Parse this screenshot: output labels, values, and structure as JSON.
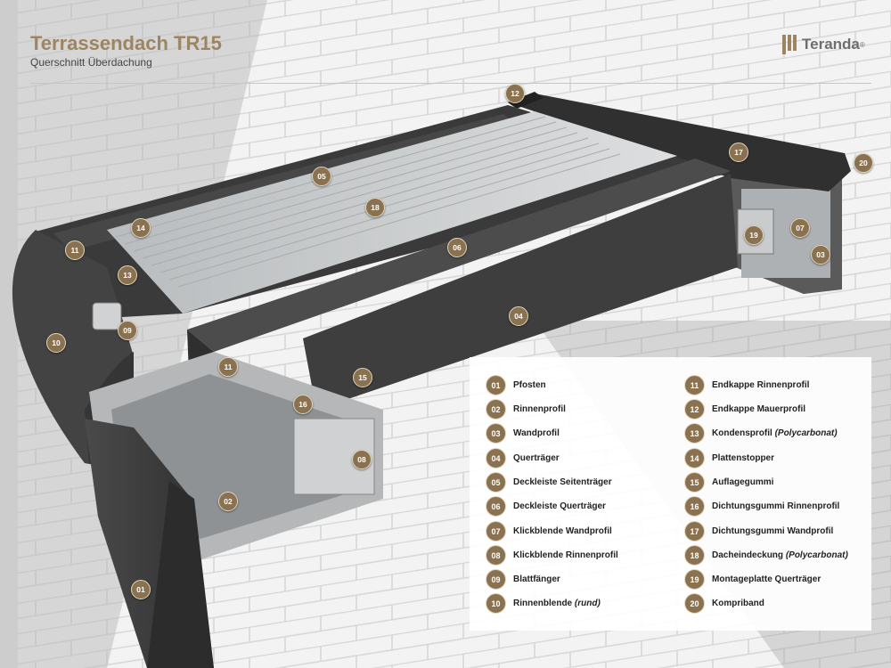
{
  "header": {
    "title": "Terrassendach TR15",
    "subtitle": "Querschnitt Überdachung",
    "brand": "Teranda",
    "brand_mark": "®"
  },
  "colors": {
    "accent": "#8a7250",
    "title": "#9c8560",
    "profile_dark": "#3d3d3d",
    "polycarbonate": "#c9cccd",
    "wall": "#f1f1f1"
  },
  "callouts": [
    {
      "num": "12"
    },
    {
      "num": "05"
    },
    {
      "num": "17"
    },
    {
      "num": "20"
    },
    {
      "num": "14"
    },
    {
      "num": "18"
    },
    {
      "num": "19"
    },
    {
      "num": "07"
    },
    {
      "num": "11"
    },
    {
      "num": "06"
    },
    {
      "num": "03"
    },
    {
      "num": "13"
    },
    {
      "num": "04"
    },
    {
      "num": "10"
    },
    {
      "num": "09"
    },
    {
      "num": "11"
    },
    {
      "num": "15"
    },
    {
      "num": "16"
    },
    {
      "num": "08"
    },
    {
      "num": "02"
    },
    {
      "num": "01"
    }
  ],
  "legend": {
    "left": [
      {
        "num": "01",
        "label": "Pfosten",
        "note": ""
      },
      {
        "num": "02",
        "label": "Rinnenprofil",
        "note": ""
      },
      {
        "num": "03",
        "label": "Wandprofil",
        "note": ""
      },
      {
        "num": "04",
        "label": "Querträger",
        "note": ""
      },
      {
        "num": "05",
        "label": "Deckleiste Seitenträger",
        "note": ""
      },
      {
        "num": "06",
        "label": "Deckleiste Querträger",
        "note": ""
      },
      {
        "num": "07",
        "label": "Klickblende Wandprofil",
        "note": ""
      },
      {
        "num": "08",
        "label": "Klickblende Rinnenprofil",
        "note": ""
      },
      {
        "num": "09",
        "label": "Blattfänger",
        "note": ""
      },
      {
        "num": "10",
        "label": "Rinnenblende ",
        "note": "(rund)"
      }
    ],
    "right": [
      {
        "num": "11",
        "label": "Endkappe Rinnenprofil",
        "note": ""
      },
      {
        "num": "12",
        "label": "Endkappe Mauerprofil",
        "note": ""
      },
      {
        "num": "13",
        "label": "Kondensprofil ",
        "note": "(Polycarbonat)"
      },
      {
        "num": "14",
        "label": "Plattenstopper",
        "note": ""
      },
      {
        "num": "15",
        "label": "Auflagegummi",
        "note": ""
      },
      {
        "num": "16",
        "label": "Dichtungsgummi Rinnenprofil",
        "note": ""
      },
      {
        "num": "17",
        "label": "Dichtungsgummi Wandprofil",
        "note": ""
      },
      {
        "num": "18",
        "label": "Dacheindeckung ",
        "note": "(Polycarbonat)"
      },
      {
        "num": "19",
        "label": "Montageplatte Querträger",
        "note": ""
      },
      {
        "num": "20",
        "label": "Kompriband",
        "note": ""
      }
    ]
  }
}
